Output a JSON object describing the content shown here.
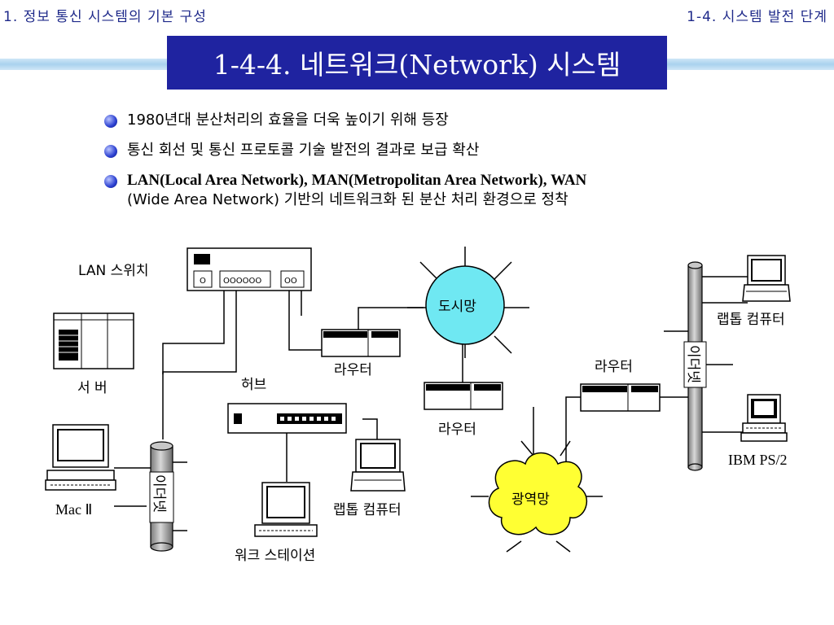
{
  "header": {
    "left": "1. 정보 통신 시스템의 기본 구성",
    "right": "1-4. 시스템 발전 단계"
  },
  "title": "1-4-4. 네트워크(Network) 시스템",
  "bullets": [
    {
      "text": "1980년대 분산처리의 효율을 더욱 높이기 위해 등장"
    },
    {
      "text": "통신 회선 및 통신 프로토콜 기술 발전의 결과로 보급 확산"
    },
    {
      "text": "LAN(Local Area Network), MAN(Metropolitan Area Network), WAN",
      "cont": "(Wide Area Network) 기반의 네트워크화 된 분산 처리 환경으로 정착"
    }
  ],
  "diagram": {
    "lan_switch": "LAN 스위치",
    "server": "서 버",
    "hub": "허브",
    "router_1": "라우터",
    "router_2": "라우터",
    "router_3": "라우터",
    "metro_network": "도시망",
    "wide_network": "광역망",
    "laptop_right": "랩톱 컴퓨터",
    "laptop_hub": "랩톱 컴퓨터",
    "ibm": "IBM PS/2",
    "mac": "Mac  Ⅱ",
    "workstation": "워크 스테이션",
    "ethernet_left": "이더넷",
    "ethernet_right": "이더넷"
  }
}
